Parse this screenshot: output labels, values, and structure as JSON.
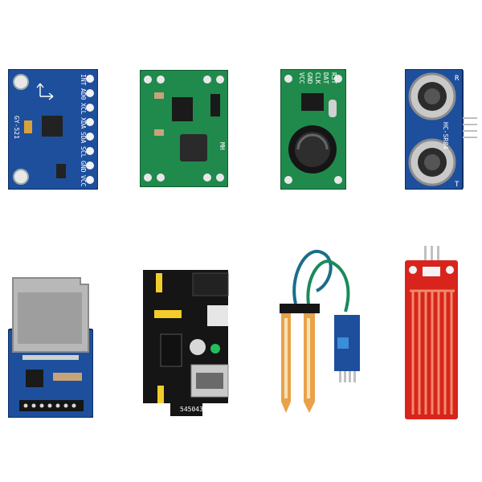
{
  "colors": {
    "background": "#ffffff",
    "blue_pcb": "#1e4f9c",
    "green_pcb": "#1f8a4c",
    "black_pcb": "#151515",
    "red_pcb": "#d8241c",
    "gold_trace": "#e9a24a",
    "header_yellow": "#f4cc2a"
  },
  "modules": [
    {
      "id": "mpu-module",
      "pins": [
        "INT",
        "AD0",
        "XCL",
        "XDA",
        "SDA",
        "SCL",
        "GND",
        "VCC"
      ],
      "silk": "GY-521"
    },
    {
      "id": "dcdc-module",
      "silk": "MH"
    },
    {
      "id": "rtc-module",
      "pins": [
        "VCC",
        "GND",
        "CLK",
        "DAT",
        "RST"
      ]
    },
    {
      "id": "ultrasonic-module",
      "silk": "HC-SR04",
      "side_labels": [
        "R",
        "T"
      ]
    },
    {
      "id": "sd-card-module"
    },
    {
      "id": "breadboard-power-module",
      "silk": "545043"
    },
    {
      "id": "soil-moisture-module"
    },
    {
      "id": "water-level-module"
    }
  ]
}
